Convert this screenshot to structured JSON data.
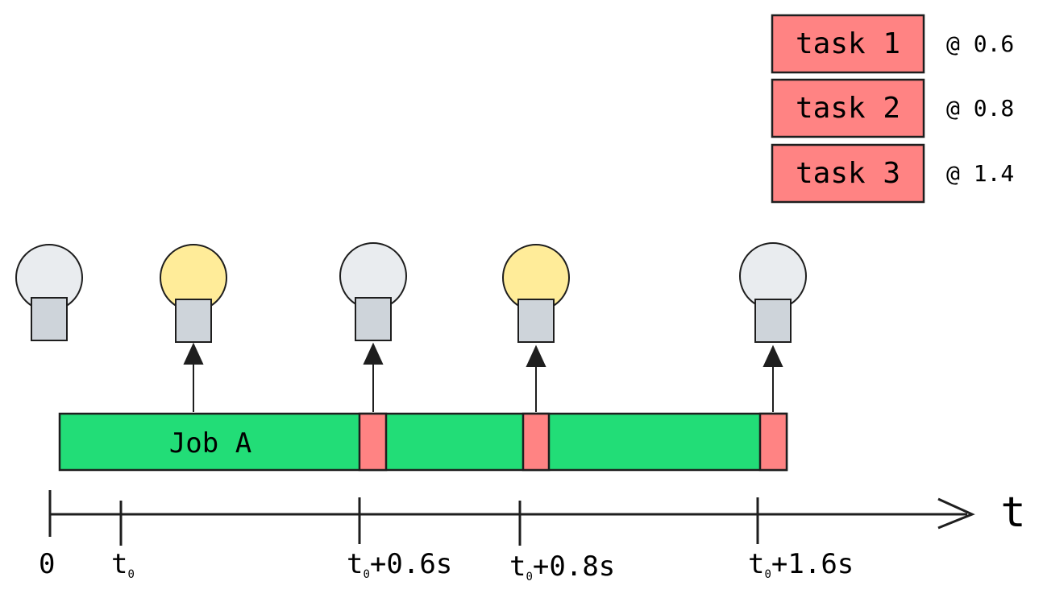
{
  "tasks": [
    {
      "name": "task 1",
      "rate": "@ 0.6"
    },
    {
      "name": "task 2",
      "rate": "@ 0.8"
    },
    {
      "name": "task 3",
      "rate": "@ 1.4"
    }
  ],
  "job": {
    "label": "Job A"
  },
  "axis": {
    "variable": "t",
    "ticks": [
      {
        "main": "0",
        "sub": "",
        "suffix": ""
      },
      {
        "main": "t",
        "sub": "0",
        "suffix": ""
      },
      {
        "main": "t",
        "sub": "0",
        "suffix": "+0.6s"
      },
      {
        "main": "t",
        "sub": "0",
        "suffix": "+0.8s"
      },
      {
        "main": "t",
        "sub": "0",
        "suffix": "+1.6s"
      }
    ]
  },
  "bulbs": [
    {
      "state": "off"
    },
    {
      "state": "on"
    },
    {
      "state": "off"
    },
    {
      "state": "on"
    },
    {
      "state": "off"
    }
  ],
  "colors": {
    "task_fill": "#ff8383",
    "job_fill": "#22dd77",
    "bulb_on": "#ffec99",
    "bulb_off": "#e9ecef",
    "bulb_base": "#ced4da",
    "stroke": "#1e1e1e"
  }
}
